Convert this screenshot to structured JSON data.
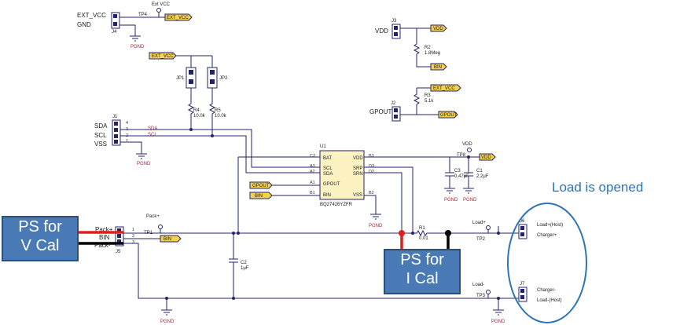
{
  "ps_boxes": [
    {
      "id": "vcal",
      "line1": "PS for",
      "line2": "V Cal"
    },
    {
      "id": "ical",
      "line1": "PS for",
      "line2": "I Cal"
    }
  ],
  "callout": "Load is opened",
  "labels": {
    "ext_vcc": "EXT_VCC",
    "gnd": "GND",
    "j4": "J4",
    "tp4": "TP4",
    "extvcc_top": "Ext VCC",
    "pgnd": "PGND",
    "jp1": "JP1",
    "jp2": "JP2",
    "r4": "R4",
    "r4v": "10.0k",
    "r5": "R5",
    "r5v": "10.0k",
    "j1": "J1",
    "sda": "SDA",
    "scl": "SCL",
    "vss": "VSS",
    "u1": "U1",
    "u1_part": "BQ27426YZFR",
    "bat": "BAT",
    "scl_pin": "SCL",
    "sda_pin": "SDA",
    "gpout_pin": "GPOUT",
    "bin_pin": "BIN",
    "vdd_pin": "VDD",
    "srp": "SRP",
    "srn": "SRN",
    "vss_pin": "VSS",
    "c3": "C3",
    "a3": "A3",
    "a2": "A2",
    "a1": "A1",
    "b1": "B1",
    "b3": "B3",
    "d3": "D3",
    "d2": "D2",
    "b2": "B2",
    "vdd": "VDD",
    "j3": "J3",
    "r2": "R2",
    "r2v": "1.8Meg",
    "bin": "BIN",
    "gpout": "GPOUT",
    "j2": "J2",
    "r3": "R3",
    "r3v": "5.1k",
    "tp8": "TP8",
    "c3cap": "C3",
    "c3v": "0.47μF",
    "c1": "C1",
    "c1v": "2.2μF",
    "pack_plus_top": "Pack+",
    "tp1": "TP1",
    "pack_plus": "Pack+",
    "bin_j5": "BIN",
    "pack_minus": "Pack-",
    "j5": "J5",
    "c2": "C2",
    "c2v": "1μF",
    "r1": "R1",
    "r1v": "0.01",
    "load_plus": "Load+",
    "tp2": "TP2",
    "j6": "J6",
    "load_host": "Load+(Host)",
    "charger_plus": "Charger+",
    "load_minus": "Load-",
    "tp3": "TP3",
    "j7": "J7",
    "charger_minus": "Charger-",
    "load_minus_host": "Load-(Host)",
    "gpout_flag": "GPOUT",
    "bin_flag": "BIN"
  }
}
